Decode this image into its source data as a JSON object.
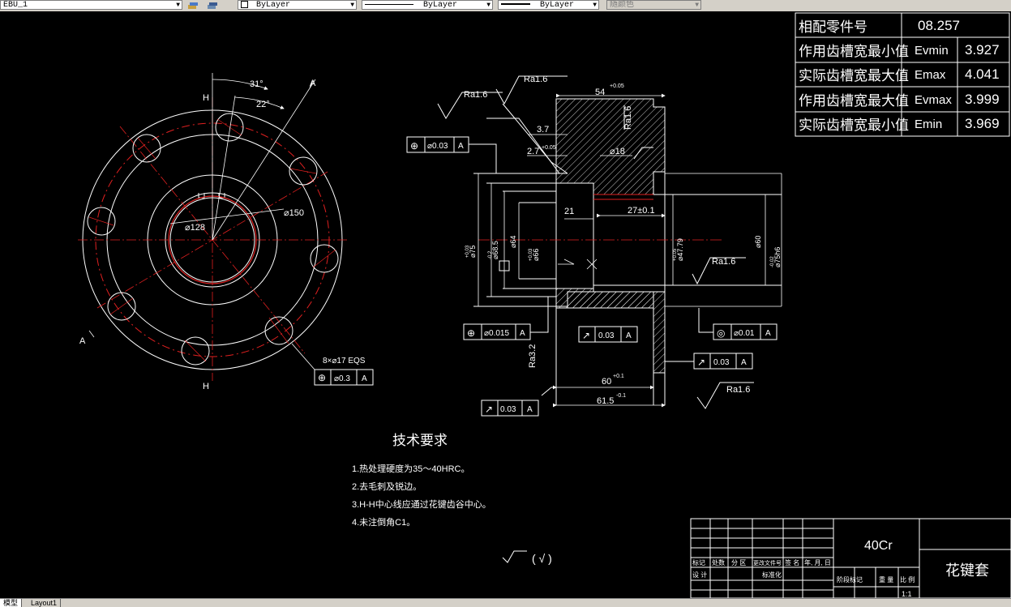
{
  "toolbar": {
    "layer_name": "EBU_1",
    "color_control": "ByLayer",
    "linetype_control": "ByLayer",
    "lineweight_control": "ByLayer",
    "plotstyle_control": "随颜色"
  },
  "param_table": {
    "header_label": "相配零件号",
    "header_value": "08.257",
    "rows": [
      {
        "label": "作用齿槽宽最小值",
        "sym": "Evmin",
        "val": "3.927"
      },
      {
        "label": "实际齿槽宽最大值",
        "sym": "Emax",
        "val": "4.041"
      },
      {
        "label": "作用齿槽宽最大值",
        "sym": "Evmax",
        "val": "3.999"
      },
      {
        "label": "实际齿槽宽最小值",
        "sym": "Emin",
        "val": "3.969"
      }
    ]
  },
  "left_view": {
    "dim_31": "31°",
    "dim_22": "22°",
    "dia_150": "⌀150",
    "dia_128": "⌀128",
    "label_H_top": "H",
    "label_H_bottom": "H",
    "label_A_top": "A",
    "label_A_left": "A",
    "holes_note": "8×⌀17 EQS",
    "holes_tol": "⌀0.3",
    "holes_datum": "A"
  },
  "section_view": {
    "ra_top_left": "Ra1.6",
    "ra_top": "Ra1.6",
    "ra_vertical": "Ra1.6",
    "ra_right": "Ra1.6",
    "ra_bottom": "Ra1.6",
    "ra_left_vert": "Ra3.2",
    "dim_54": "54",
    "dim_54_tol": "+0.05",
    "dim_37": "3.7",
    "dim_27a": "2.7",
    "dim_27a_tol": "+0.05",
    "dim_dia18": "⌀18",
    "dim_21": "21",
    "dim_27": "27±0.1",
    "dim_60": "60",
    "dim_60_tol": "+0.1",
    "dim_615": "61.5",
    "dim_615_tol": "-0.1",
    "vdim_1": "⌀75",
    "vdim_1_tol": "+0.03",
    "vdim_2": "⌀68.5",
    "vdim_2_tol": "-0.2",
    "vdim_3": "⌀64",
    "vdim_4": "⌀66",
    "vdim_4_tol": "+0.03",
    "vdim_5": "⌀47.79",
    "vdim_5_tol": "+0.05",
    "vdim_6": "⌀60",
    "vdim_7": "⌀75h6",
    "vdim_7_tol": "-0.02",
    "fcf1_sym": "⊕",
    "fcf1_val": "⌀0.03",
    "fcf1_datum": "A",
    "fcf2_sym": "⊕",
    "fcf2_val": "⌀0.015",
    "fcf2_datum": "A",
    "fcf3_sym": "↗",
    "fcf3_val": "0.03",
    "fcf3_datum": "A",
    "fcf4_sym": "◎",
    "fcf4_val": "⌀0.01",
    "fcf4_datum": "A",
    "fcf5_sym": "↗",
    "fcf5_val": "0.03",
    "fcf5_datum": "A",
    "fcf6_sym": "↗",
    "fcf6_val": "0.03",
    "fcf6_datum": "A"
  },
  "tech_requirements": {
    "title": "技术要求",
    "items": [
      "1.热处理硬度为35～40HRC。",
      "2.去毛刺及锐边。",
      "3.H-H中心线应通过花键齿谷中心。",
      "4.未注倒角C1。"
    ],
    "roughness_sym": "( √ )"
  },
  "title_block": {
    "material": "40Cr",
    "part_name": "花键套",
    "scale": "1:1",
    "row1": [
      "标记",
      "处数",
      "分 区",
      "更改文件号",
      "签 名",
      "年, 月, 日"
    ],
    "row2": [
      "设 计",
      "标准化"
    ],
    "stage_labels": [
      "阶段标记",
      "重 量",
      "比 例"
    ]
  },
  "layout_tabs": [
    "模型",
    "Layout1"
  ]
}
